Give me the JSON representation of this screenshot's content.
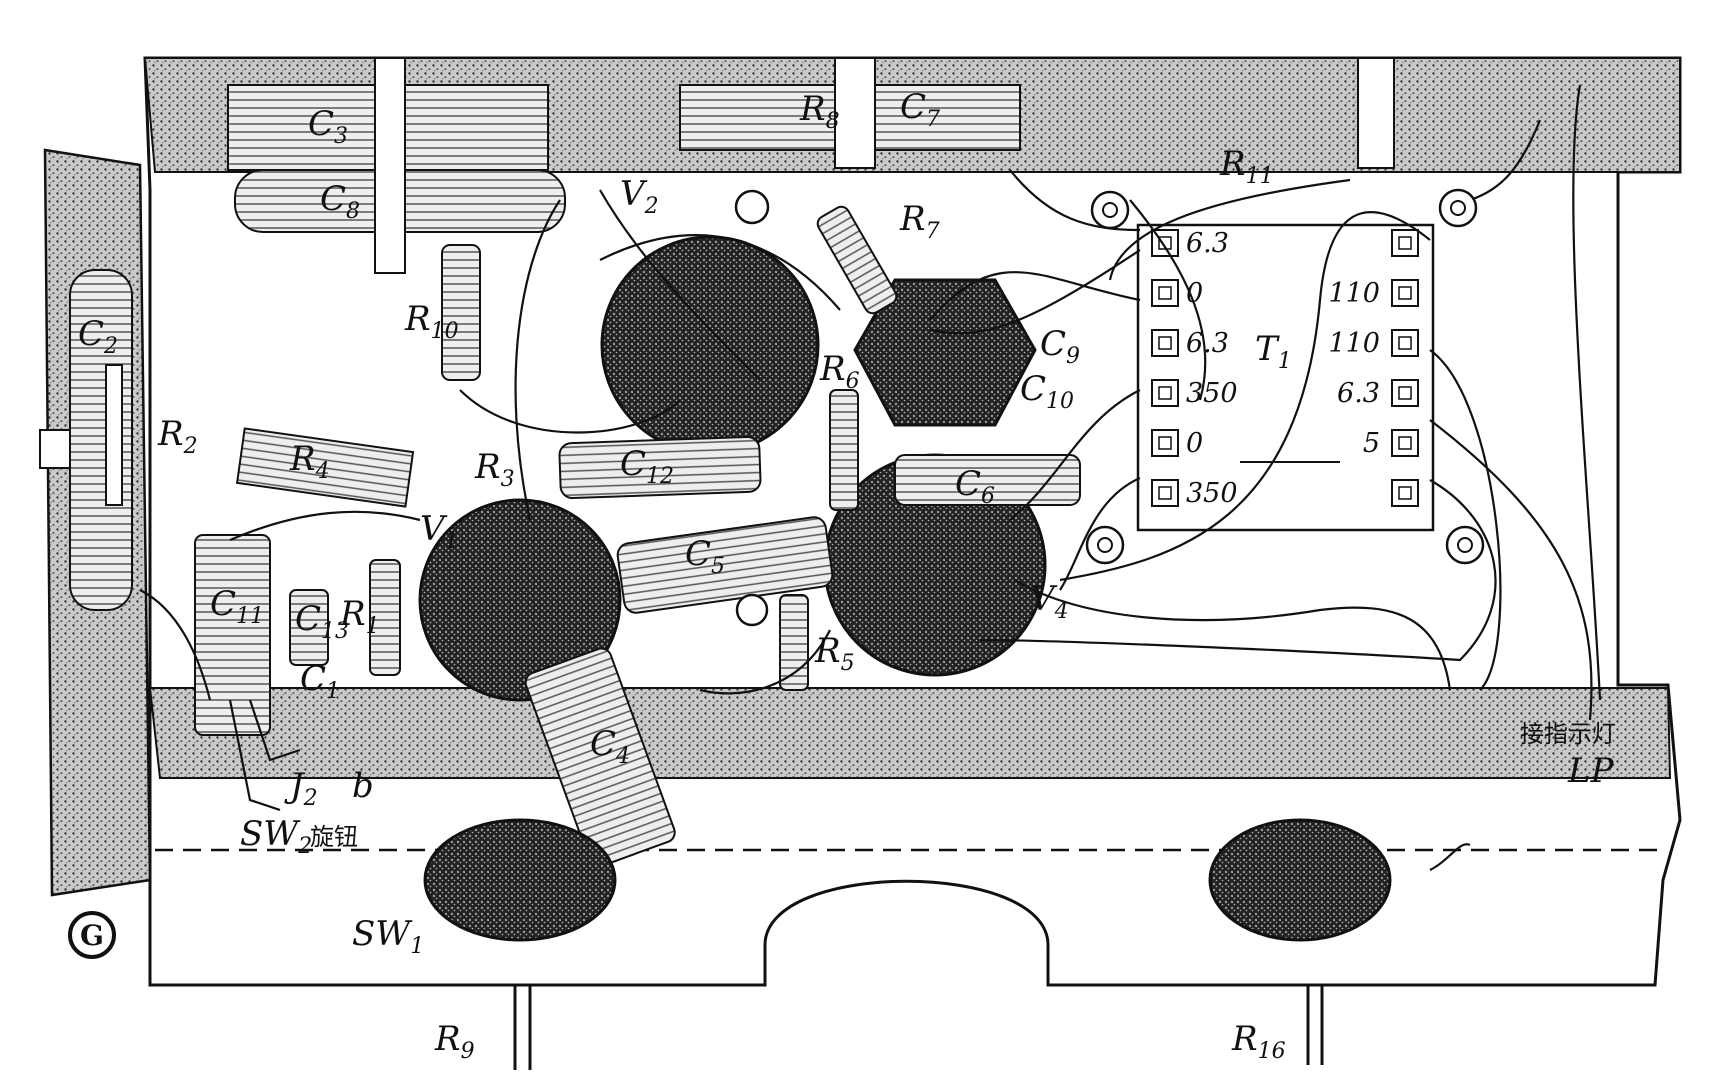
{
  "components": {
    "C3": {
      "main": "C",
      "sub": "3"
    },
    "C7": {
      "main": "C",
      "sub": "7"
    },
    "C8": {
      "main": "C",
      "sub": "8"
    },
    "R8": {
      "main": "R",
      "sub": "8"
    },
    "R11": {
      "main": "R",
      "sub": "11"
    },
    "V2": {
      "main": "V",
      "sub": "2"
    },
    "R7": {
      "main": "R",
      "sub": "7"
    },
    "R10": {
      "main": "R",
      "sub": "10"
    },
    "C9": {
      "main": "C",
      "sub": "9"
    },
    "C10": {
      "main": "C",
      "sub": "10"
    },
    "T1": {
      "main": "T",
      "sub": "1"
    },
    "C2": {
      "main": "C",
      "sub": "2"
    },
    "R2": {
      "main": "R",
      "sub": "2"
    },
    "R6": {
      "main": "R",
      "sub": "6"
    },
    "R4": {
      "main": "R",
      "sub": "4"
    },
    "R3": {
      "main": "R",
      "sub": "3"
    },
    "C12": {
      "main": "C",
      "sub": "12"
    },
    "C6": {
      "main": "C",
      "sub": "6"
    },
    "V1": {
      "main": "V",
      "sub": "1"
    },
    "C5": {
      "main": "C",
      "sub": "5"
    },
    "C11": {
      "main": "C",
      "sub": "11"
    },
    "C13": {
      "main": "C",
      "sub": "13"
    },
    "R1": {
      "main": "R",
      "sub": "1"
    },
    "C1": {
      "main": "C",
      "sub": "1"
    },
    "R5": {
      "main": "R",
      "sub": "5"
    },
    "V4": {
      "main": "V",
      "sub": "4"
    },
    "C4": {
      "main": "C",
      "sub": "4"
    },
    "J2": {
      "main": "J",
      "sub": "2"
    },
    "SW2": {
      "main": "SW",
      "sub": "2"
    },
    "SW1": {
      "main": "SW",
      "sub": "1"
    },
    "R9": {
      "main": "R",
      "sub": "9"
    },
    "R16": {
      "main": "R",
      "sub": "16"
    }
  },
  "transformer": {
    "left_terminals": [
      "6.3",
      "0",
      "6.3",
      "350",
      "0",
      "350"
    ],
    "right_terminals": [
      "",
      "110",
      "110",
      "6.3",
      "5",
      ""
    ]
  },
  "annotations": {
    "j2_suffix": "b",
    "sw2_text": "旋钮",
    "indicator_text": "接指示灯",
    "indicator_label": "LP",
    "corner_badge": "G"
  }
}
